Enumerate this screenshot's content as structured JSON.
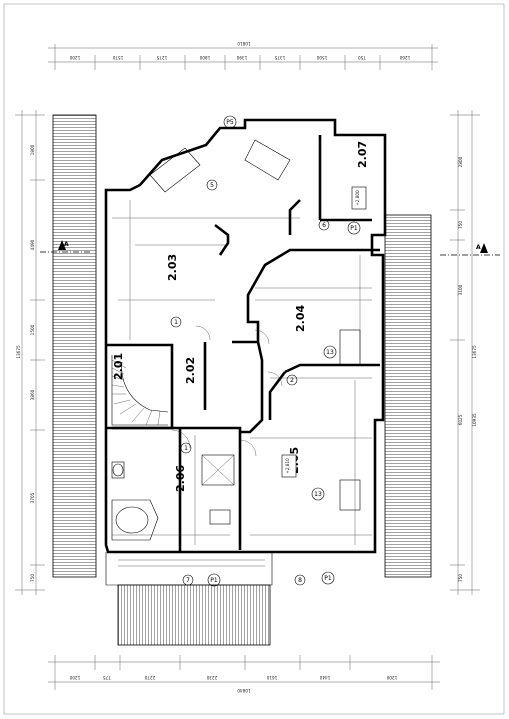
{
  "rooms": [
    {
      "label": "2.01"
    },
    {
      "label": "2.02"
    },
    {
      "label": "2.03"
    },
    {
      "label": "2.04"
    },
    {
      "label": "2.05"
    },
    {
      "label": "2.06"
    },
    {
      "label": "2.07"
    }
  ],
  "section_marker": "A",
  "dimensions": {
    "top_total": "10810",
    "top_segments": [
      "1200",
      "1570",
      "1275",
      "1800",
      "1390",
      "1375",
      "1500",
      "750",
      "1260"
    ],
    "bottom_total": "10840",
    "bottom_segments": [
      "1200",
      "775",
      "2270",
      "2230",
      "1610",
      "1440",
      "1200"
    ],
    "left_total": "13675",
    "left_segments": [
      "1800",
      "4490",
      "1500",
      "3860",
      "3705",
      "750"
    ],
    "right_total": "13675",
    "right_segments": [
      "2800",
      "750",
      "3100",
      "6025",
      "10935",
      "750"
    ]
  },
  "circled_marks": [
    "1",
    "1",
    "2",
    "5",
    "6",
    "7",
    "8",
    "13",
    "13",
    "P1",
    "P1",
    "P1",
    "P5"
  ],
  "level_marks": [
    "+2,800",
    "+2,810"
  ]
}
